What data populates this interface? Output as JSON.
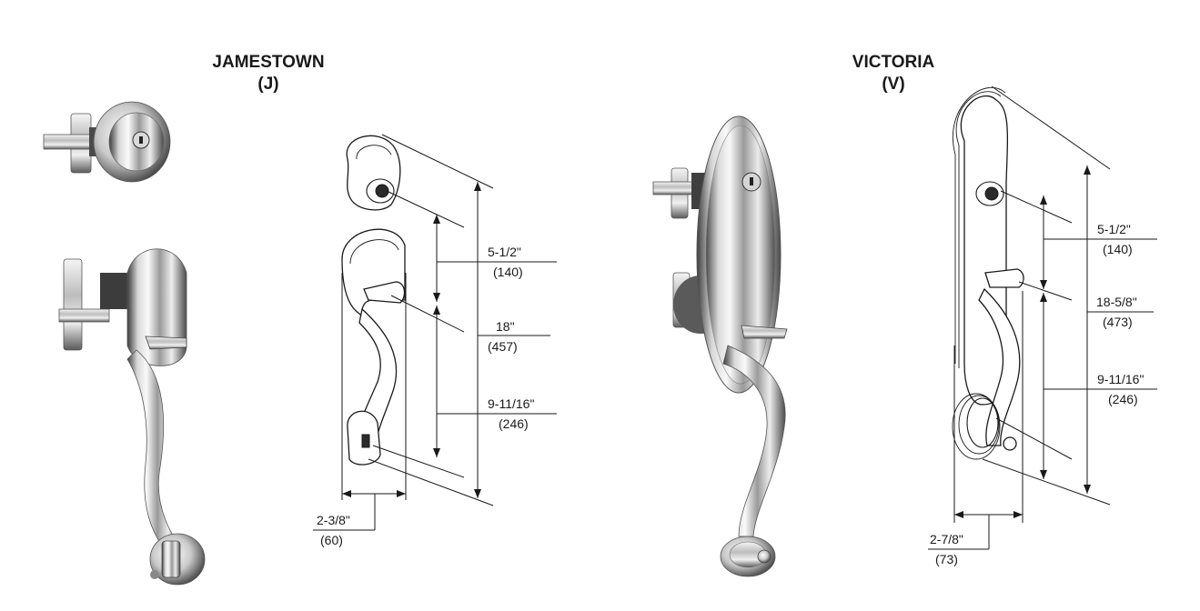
{
  "products": [
    {
      "name": "JAMESTOWN",
      "code": "(J)",
      "dimensions": [
        {
          "imperial": "5-1/2\"",
          "metric": "(140)"
        },
        {
          "imperial": "18\"",
          "metric": "(457)"
        },
        {
          "imperial": "9-11/16\"",
          "metric": "(246)"
        },
        {
          "imperial": "2-3/8\"",
          "metric": "(60)"
        }
      ]
    },
    {
      "name": "VICTORIA",
      "code": "(V)",
      "dimensions": [
        {
          "imperial": "5-1/2\"",
          "metric": "(140)"
        },
        {
          "imperial": "18-5/8\"",
          "metric": "(473)"
        },
        {
          "imperial": "9-11/16\"",
          "metric": "(246)"
        },
        {
          "imperial": "2-7/8\"",
          "metric": "(73)"
        }
      ]
    }
  ],
  "colors": {
    "line": "#1a1a1a",
    "metal_light": "#f2f2f2",
    "metal_dark": "#3a3a3a"
  }
}
